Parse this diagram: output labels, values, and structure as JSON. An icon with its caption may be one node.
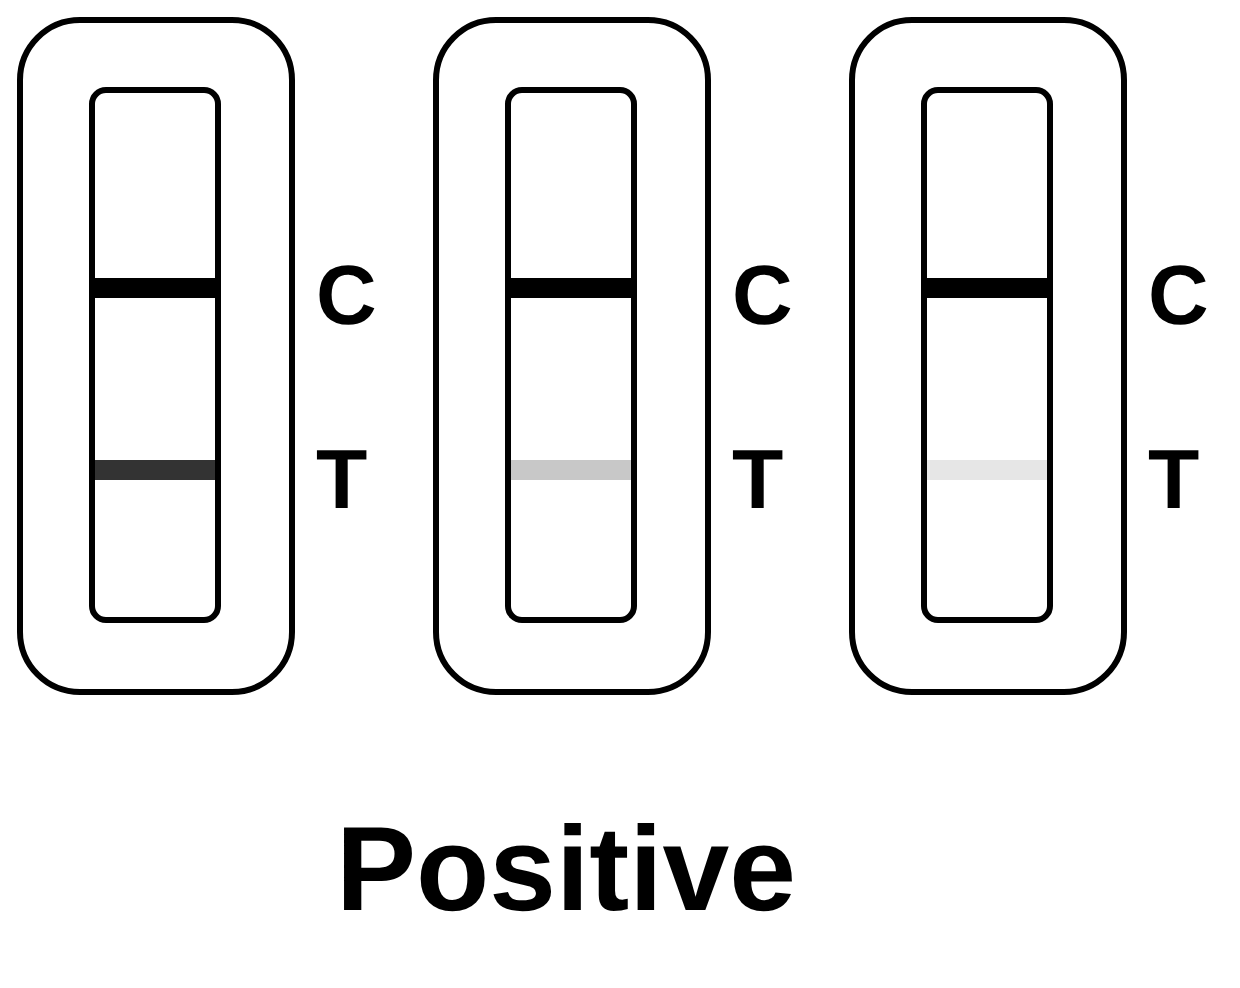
{
  "diagram": {
    "caption": "Positive",
    "labels": [
      "C",
      "T",
      "C",
      "T",
      "C",
      "T"
    ]
  }
}
